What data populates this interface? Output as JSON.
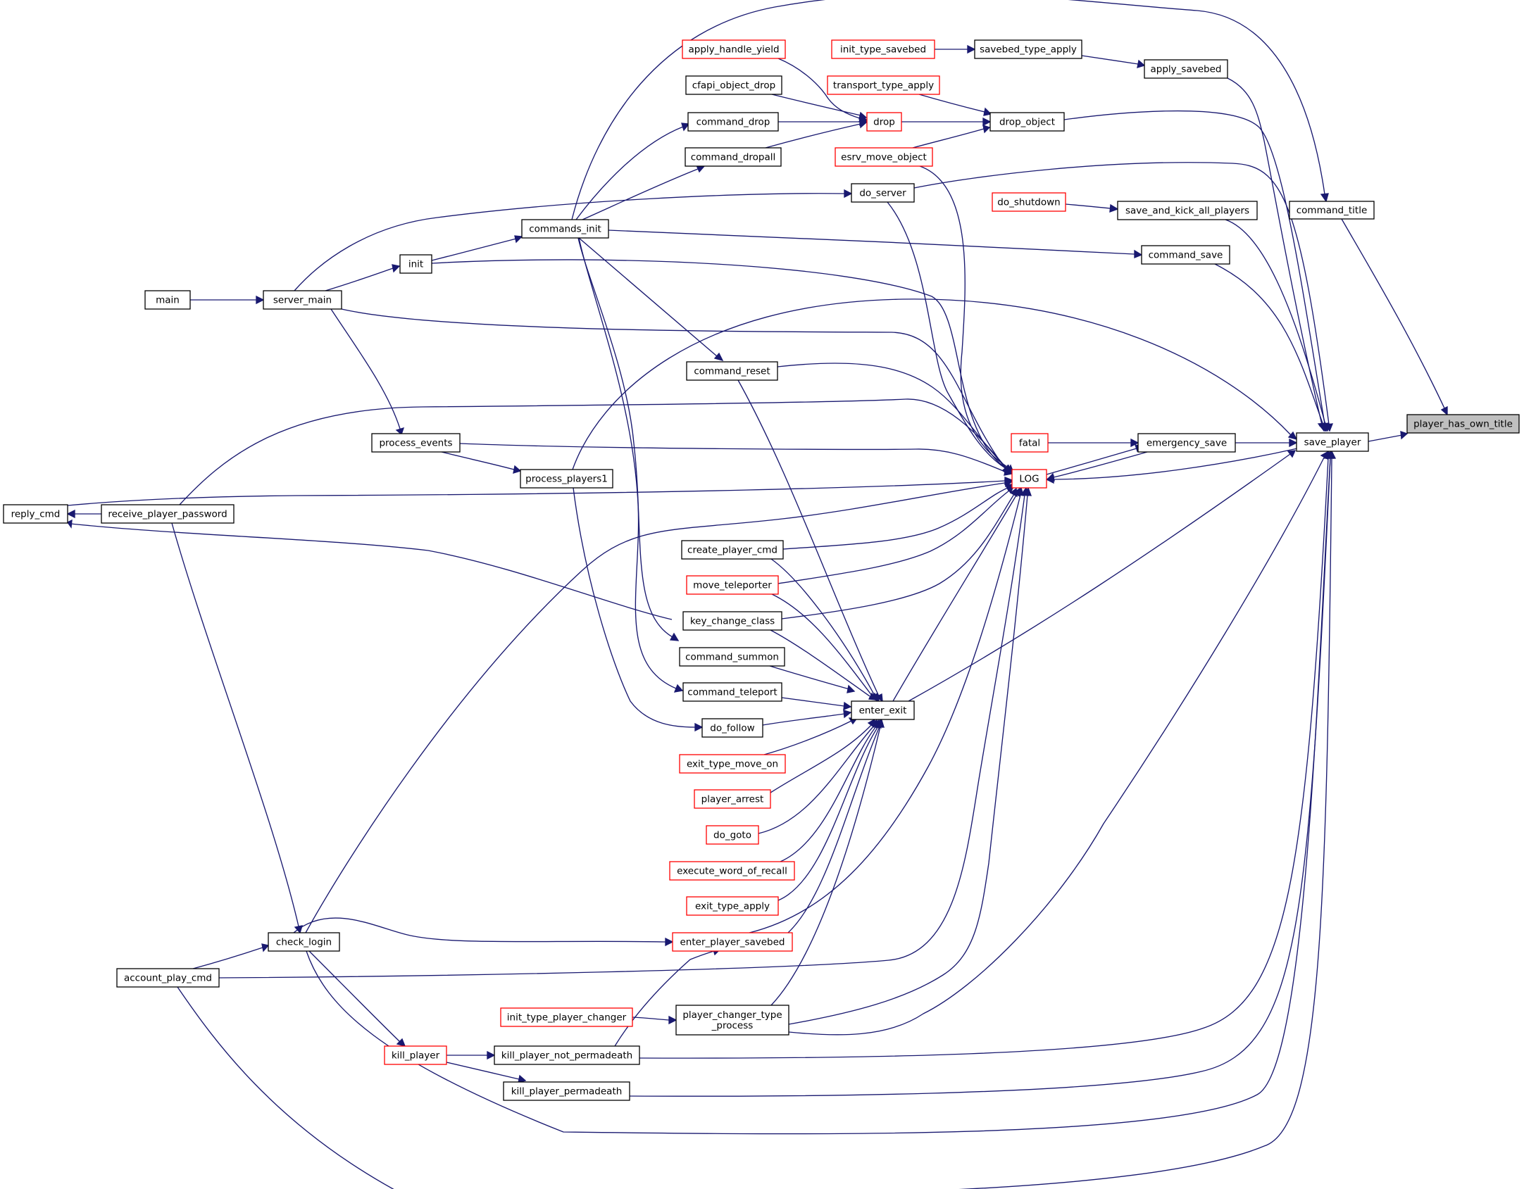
{
  "diagram": {
    "colors": {
      "edge": "#191970",
      "box_border_normal": "#000000",
      "box_border_truncated": "#ff0000",
      "box_fill_normal": "#ffffff",
      "box_fill_focus": "#bfbfbf"
    },
    "nodes": [
      {
        "id": "player_has_own_title",
        "label": "player_has_own_title",
        "style": "focus"
      },
      {
        "id": "save_player",
        "label": "save_player",
        "style": "normal"
      },
      {
        "id": "command_title",
        "label": "command_title",
        "style": "normal"
      },
      {
        "id": "apply_savebed",
        "label": "apply_savebed",
        "style": "normal"
      },
      {
        "id": "savebed_type_apply",
        "label": "savebed_type_apply",
        "style": "normal"
      },
      {
        "id": "init_type_savebed",
        "label": "init_type_savebed",
        "style": "truncated"
      },
      {
        "id": "drop_object",
        "label": "drop_object",
        "style": "normal"
      },
      {
        "id": "transport_type_apply",
        "label": "transport_type_apply",
        "style": "truncated"
      },
      {
        "id": "drop",
        "label": "drop",
        "style": "truncated"
      },
      {
        "id": "esrv_move_object",
        "label": "esrv_move_object",
        "style": "truncated"
      },
      {
        "id": "apply_handle_yield",
        "label": "apply_handle_yield",
        "style": "truncated"
      },
      {
        "id": "cfapi_object_drop",
        "label": "cfapi_object_drop",
        "style": "normal"
      },
      {
        "id": "command_drop",
        "label": "command_drop",
        "style": "normal"
      },
      {
        "id": "command_dropall",
        "label": "command_dropall",
        "style": "normal"
      },
      {
        "id": "do_server",
        "label": "do_server",
        "style": "normal"
      },
      {
        "id": "do_shutdown",
        "label": "do_shutdown",
        "style": "truncated"
      },
      {
        "id": "save_and_kick_all_players",
        "label": "save_and_kick_all_players",
        "style": "normal"
      },
      {
        "id": "commands_init",
        "label": "commands_init",
        "style": "normal"
      },
      {
        "id": "command_save",
        "label": "command_save",
        "style": "normal"
      },
      {
        "id": "init",
        "label": "init",
        "style": "normal"
      },
      {
        "id": "main",
        "label": "main",
        "style": "normal"
      },
      {
        "id": "server_main",
        "label": "server_main",
        "style": "normal"
      },
      {
        "id": "command_reset",
        "label": "command_reset",
        "style": "normal"
      },
      {
        "id": "fatal",
        "label": "fatal",
        "style": "truncated"
      },
      {
        "id": "emergency_save",
        "label": "emergency_save",
        "style": "normal"
      },
      {
        "id": "LOG",
        "label": "LOG",
        "style": "truncated"
      },
      {
        "id": "process_events",
        "label": "process_events",
        "style": "normal"
      },
      {
        "id": "process_players1",
        "label": "process_players1",
        "style": "normal"
      },
      {
        "id": "reply_cmd",
        "label": "reply_cmd",
        "style": "normal"
      },
      {
        "id": "receive_player_password",
        "label": "receive_player_password",
        "style": "normal"
      },
      {
        "id": "create_player_cmd",
        "label": "create_player_cmd",
        "style": "normal"
      },
      {
        "id": "move_teleporter",
        "label": "move_teleporter",
        "style": "truncated"
      },
      {
        "id": "key_change_class",
        "label": "key_change_class",
        "style": "normal"
      },
      {
        "id": "command_summon",
        "label": "command_summon",
        "style": "normal"
      },
      {
        "id": "command_teleport",
        "label": "command_teleport",
        "style": "normal"
      },
      {
        "id": "enter_exit",
        "label": "enter_exit",
        "style": "normal"
      },
      {
        "id": "do_follow",
        "label": "do_follow",
        "style": "normal"
      },
      {
        "id": "exit_type_move_on",
        "label": "exit_type_move_on",
        "style": "truncated"
      },
      {
        "id": "player_arrest",
        "label": "player_arrest",
        "style": "truncated"
      },
      {
        "id": "do_goto",
        "label": "do_goto",
        "style": "truncated"
      },
      {
        "id": "execute_word_of_recall",
        "label": "execute_word_of_recall",
        "style": "truncated"
      },
      {
        "id": "exit_type_apply",
        "label": "exit_type_apply",
        "style": "truncated"
      },
      {
        "id": "enter_player_savebed",
        "label": "enter_player_savebed",
        "style": "truncated"
      },
      {
        "id": "check_login",
        "label": "check_login",
        "style": "normal"
      },
      {
        "id": "account_play_cmd",
        "label": "account_play_cmd",
        "style": "normal"
      },
      {
        "id": "init_type_player_changer",
        "label": "init_type_player_changer",
        "style": "truncated"
      },
      {
        "id": "player_changer_type_process",
        "label": "player_changer_type\n_process",
        "style": "normal"
      },
      {
        "id": "kill_player",
        "label": "kill_player",
        "style": "truncated"
      },
      {
        "id": "kill_player_not_permadeath",
        "label": "kill_player_not_permadeath",
        "style": "normal"
      },
      {
        "id": "kill_player_permadeath",
        "label": "kill_player_permadeath",
        "style": "normal"
      }
    ],
    "edges": [
      {
        "from": "save_player",
        "to": "player_has_own_title"
      },
      {
        "from": "command_title",
        "to": "player_has_own_title"
      },
      {
        "from": "apply_savebed",
        "to": "save_player"
      },
      {
        "from": "savebed_type_apply",
        "to": "apply_savebed"
      },
      {
        "from": "init_type_savebed",
        "to": "savebed_type_apply"
      },
      {
        "from": "drop_object",
        "to": "save_player"
      },
      {
        "from": "transport_type_apply",
        "to": "drop_object"
      },
      {
        "from": "drop",
        "to": "drop_object"
      },
      {
        "from": "esrv_move_object",
        "to": "drop_object"
      },
      {
        "from": "apply_handle_yield",
        "to": "drop"
      },
      {
        "from": "cfapi_object_drop",
        "to": "drop"
      },
      {
        "from": "command_drop",
        "to": "drop"
      },
      {
        "from": "command_dropall",
        "to": "drop"
      },
      {
        "from": "commands_init",
        "to": "command_drop"
      },
      {
        "from": "commands_init",
        "to": "command_dropall"
      },
      {
        "from": "do_server",
        "to": "save_player"
      },
      {
        "from": "server_main",
        "to": "do_server"
      },
      {
        "from": "do_shutdown",
        "to": "save_and_kick_all_players"
      },
      {
        "from": "save_and_kick_all_players",
        "to": "save_player"
      },
      {
        "from": "commands_init",
        "to": "command_title"
      },
      {
        "from": "command_save",
        "to": "save_player"
      },
      {
        "from": "commands_init",
        "to": "command_save"
      },
      {
        "from": "init",
        "to": "commands_init"
      },
      {
        "from": "server_main",
        "to": "init"
      },
      {
        "from": "main",
        "to": "server_main"
      },
      {
        "from": "commands_init",
        "to": "command_reset"
      },
      {
        "from": "emergency_save",
        "to": "save_player"
      },
      {
        "from": "fatal",
        "to": "emergency_save"
      },
      {
        "from": "LOG",
        "to": "emergency_save"
      },
      {
        "from": "emergency_save",
        "to": "LOG"
      },
      {
        "from": "save_player",
        "to": "LOG"
      },
      {
        "from": "do_server",
        "to": "LOG"
      },
      {
        "from": "esrv_move_object",
        "to": "LOG"
      },
      {
        "from": "init",
        "to": "LOG"
      },
      {
        "from": "server_main",
        "to": "LOG"
      },
      {
        "from": "command_reset",
        "to": "LOG"
      },
      {
        "from": "process_events",
        "to": "LOG"
      },
      {
        "from": "receive_player_password",
        "to": "LOG"
      },
      {
        "from": "reply_cmd",
        "to": "LOG"
      },
      {
        "from": "create_player_cmd",
        "to": "LOG"
      },
      {
        "from": "move_teleporter",
        "to": "LOG"
      },
      {
        "from": "key_change_class",
        "to": "LOG"
      },
      {
        "from": "enter_exit",
        "to": "LOG"
      },
      {
        "from": "check_login",
        "to": "LOG"
      },
      {
        "from": "enter_player_savebed",
        "to": "LOG"
      },
      {
        "from": "account_play_cmd",
        "to": "LOG"
      },
      {
        "from": "player_changer_type_process",
        "to": "LOG"
      },
      {
        "from": "process_players1",
        "to": "save_player"
      },
      {
        "from": "server_main",
        "to": "process_events"
      },
      {
        "from": "process_events",
        "to": "process_players1"
      },
      {
        "from": "receive_player_password",
        "to": "reply_cmd"
      },
      {
        "from": "commands_init",
        "to": "command_summon"
      },
      {
        "from": "commands_init",
        "to": "command_teleport"
      },
      {
        "from": "key_change_class",
        "to": "reply_cmd"
      },
      {
        "from": "enter_exit",
        "to": "save_player"
      },
      {
        "from": "command_reset",
        "to": "enter_exit"
      },
      {
        "from": "create_player_cmd",
        "to": "enter_exit"
      },
      {
        "from": "move_teleporter",
        "to": "enter_exit"
      },
      {
        "from": "key_change_class",
        "to": "enter_exit"
      },
      {
        "from": "command_summon",
        "to": "enter_exit"
      },
      {
        "from": "command_teleport",
        "to": "enter_exit"
      },
      {
        "from": "do_follow",
        "to": "enter_exit"
      },
      {
        "from": "process_players1",
        "to": "do_follow"
      },
      {
        "from": "exit_type_move_on",
        "to": "enter_exit"
      },
      {
        "from": "player_arrest",
        "to": "enter_exit"
      },
      {
        "from": "do_goto",
        "to": "enter_exit"
      },
      {
        "from": "execute_word_of_recall",
        "to": "enter_exit"
      },
      {
        "from": "exit_type_apply",
        "to": "enter_exit"
      },
      {
        "from": "enter_player_savebed",
        "to": "enter_exit"
      },
      {
        "from": "player_changer_type_process",
        "to": "enter_exit"
      },
      {
        "from": "check_login",
        "to": "enter_player_savebed"
      },
      {
        "from": "receive_player_password",
        "to": "check_login"
      },
      {
        "from": "account_play_cmd",
        "to": "check_login"
      },
      {
        "from": "check_login",
        "to": "save_player"
      },
      {
        "from": "account_play_cmd",
        "to": "save_player"
      },
      {
        "from": "init_type_player_changer",
        "to": "player_changer_type_process"
      },
      {
        "from": "player_changer_type_process",
        "to": "save_player"
      },
      {
        "from": "check_login",
        "to": "kill_player"
      },
      {
        "from": "kill_player",
        "to": "kill_player_not_permadeath"
      },
      {
        "from": "kill_player",
        "to": "kill_player_permadeath"
      },
      {
        "from": "kill_player_not_permadeath",
        "to": "enter_player_savebed"
      },
      {
        "from": "kill_player_not_permadeath",
        "to": "save_player"
      },
      {
        "from": "kill_player_permadeath",
        "to": "save_player"
      }
    ]
  }
}
